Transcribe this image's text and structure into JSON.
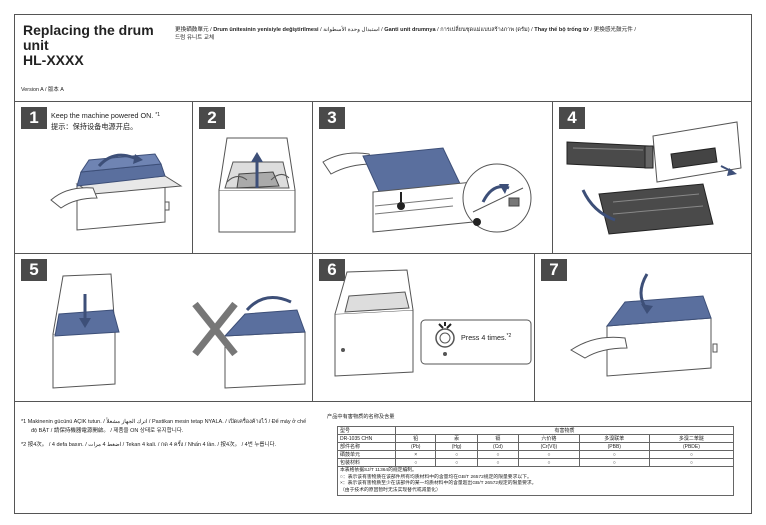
{
  "header": {
    "title_line1": "Replacing the drum unit",
    "title_line2": "HL-XXXX",
    "subtitle_prefix": "更換硒鼓單元 / ",
    "subtitle_bold_tr": "Drum ünitesinin yenisiyle değiştirilmesi",
    "subtitle_ar": " / استبدال وحدة الأسطوانة / ",
    "subtitle_bold_id": "Ganti unit drumnya",
    "subtitle_th": " / การเปลี่ยนชุดแม่แบบสร้างภาพ (ดรัม) / ",
    "subtitle_bold_vi": "Thay thế bộ trống từ",
    "subtitle_suffix": " / 更換感光鼓元件 /",
    "subtitle_line2": "드럼 유니트 교체",
    "version": "Version A / 版本 A"
  },
  "steps": [
    {
      "number": "1",
      "note_line1": "Keep the machine powered ON.",
      "note_mark": "*1",
      "note_line2": "提示：保持设备电源开启。"
    },
    {
      "number": "2"
    },
    {
      "number": "3"
    },
    {
      "number": "4"
    },
    {
      "number": "5"
    },
    {
      "number": "6",
      "press_text": "Press 4 times.",
      "press_mark": "*2"
    },
    {
      "number": "7"
    }
  ],
  "footnotes": [
    {
      "text": "*1  Makinenin gücünü AÇIK tutun. / اترك الجهاز مشغلاً / Pastikan mesin tetap NYALA. / เปิดเครื่องค้างไว้ / Để máy ở chế độ BẬT / 請保持機器電源開啟。 / 제품을 ON 상태로 유지합니다."
    },
    {
      "text": "*2  按4次。 / 4 defa basın. / اضغط 4 مرات / Tekan 4 kali. / กด 4 ครั้ง / Nhấn 4 lần. / 按4次。 / 4번 누릅니다."
    }
  ],
  "hazard": {
    "title": "产品中有害物质的名称及含量",
    "header_row1": [
      "型号",
      "有害物质"
    ],
    "header_row2": [
      "DR-1035 CHN",
      "铅",
      "汞",
      "镉",
      "六价铬",
      "多溴联苯",
      "多溴二苯醚"
    ],
    "header_row3": [
      "部件名称",
      "(Pb)",
      "(Hg)",
      "(Cd)",
      "(Cr(VI))",
      "(PBB)",
      "(PBDE)"
    ],
    "rows": [
      [
        "硒鼓单元",
        "×",
        "○",
        "○",
        "○",
        "○",
        "○"
      ],
      [
        "包装材料",
        "○",
        "○",
        "○",
        "○",
        "○",
        "○"
      ]
    ],
    "notes": [
      "本表格依据SJ/T 11364的规定编制。",
      "○：表示该有害物质在该部件所有均质材料中的含量均在GB/T 26572规定的限量要求以下。",
      "×：表示该有害物质至少在该部件的某一均质材料中的含量超出GB/T 26572规定的限量要求。",
      "（由于技术的原因暂时无法实现替代或减量化）"
    ]
  },
  "colors": {
    "accent_blue": "#5a6f9e",
    "number_box": "#4a4a4a",
    "line_art": "#555555"
  }
}
